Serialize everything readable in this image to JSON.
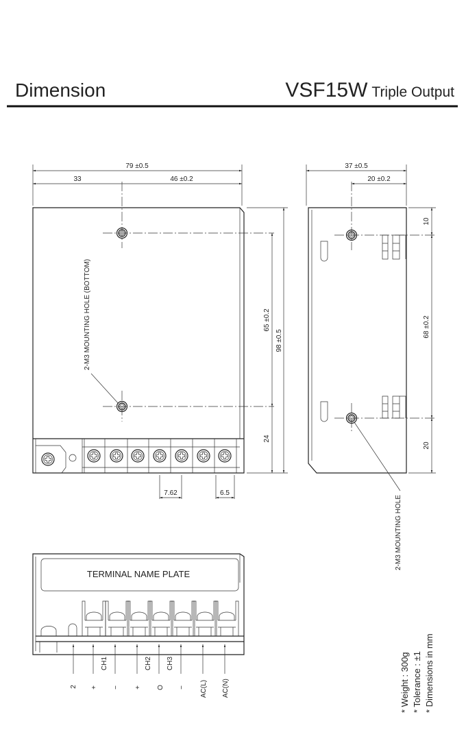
{
  "header": {
    "title": "Dimension",
    "model": "VSF15W",
    "subtitle": "Triple Output"
  },
  "front_view": {
    "width_total": "79 ±0.5",
    "width_left": "33",
    "width_right": "46 ±0.2",
    "hole_pitch": "65 ±0.2",
    "height_total": "98 ±0.5",
    "bottom_offset": "24",
    "terminal_pitch": "7.62",
    "terminal_edge": "6.5",
    "hole_label": "2-M3 MOUNTING HOLE (BOTTOM)"
  },
  "side_view": {
    "depth_total": "37 ±0.5",
    "depth_hole": "20 ±0.2",
    "top_offset": "10",
    "hole_pitch": "68 ±0.2",
    "bottom_offset": "20",
    "hole_label": "2-M3 MOUNTING HOLE"
  },
  "bottom_view": {
    "name_plate": "TERMINAL NAME PLATE",
    "channels": [
      "CH1",
      "CH2",
      "CH3"
    ],
    "terminals": [
      "2",
      "+",
      "−",
      "+",
      "O",
      "−",
      "AC(L)",
      "AC(N)"
    ]
  },
  "notes": [
    "* Weight : 300g",
    "* Tolerance : ±1",
    "* Dimensions in mm"
  ]
}
